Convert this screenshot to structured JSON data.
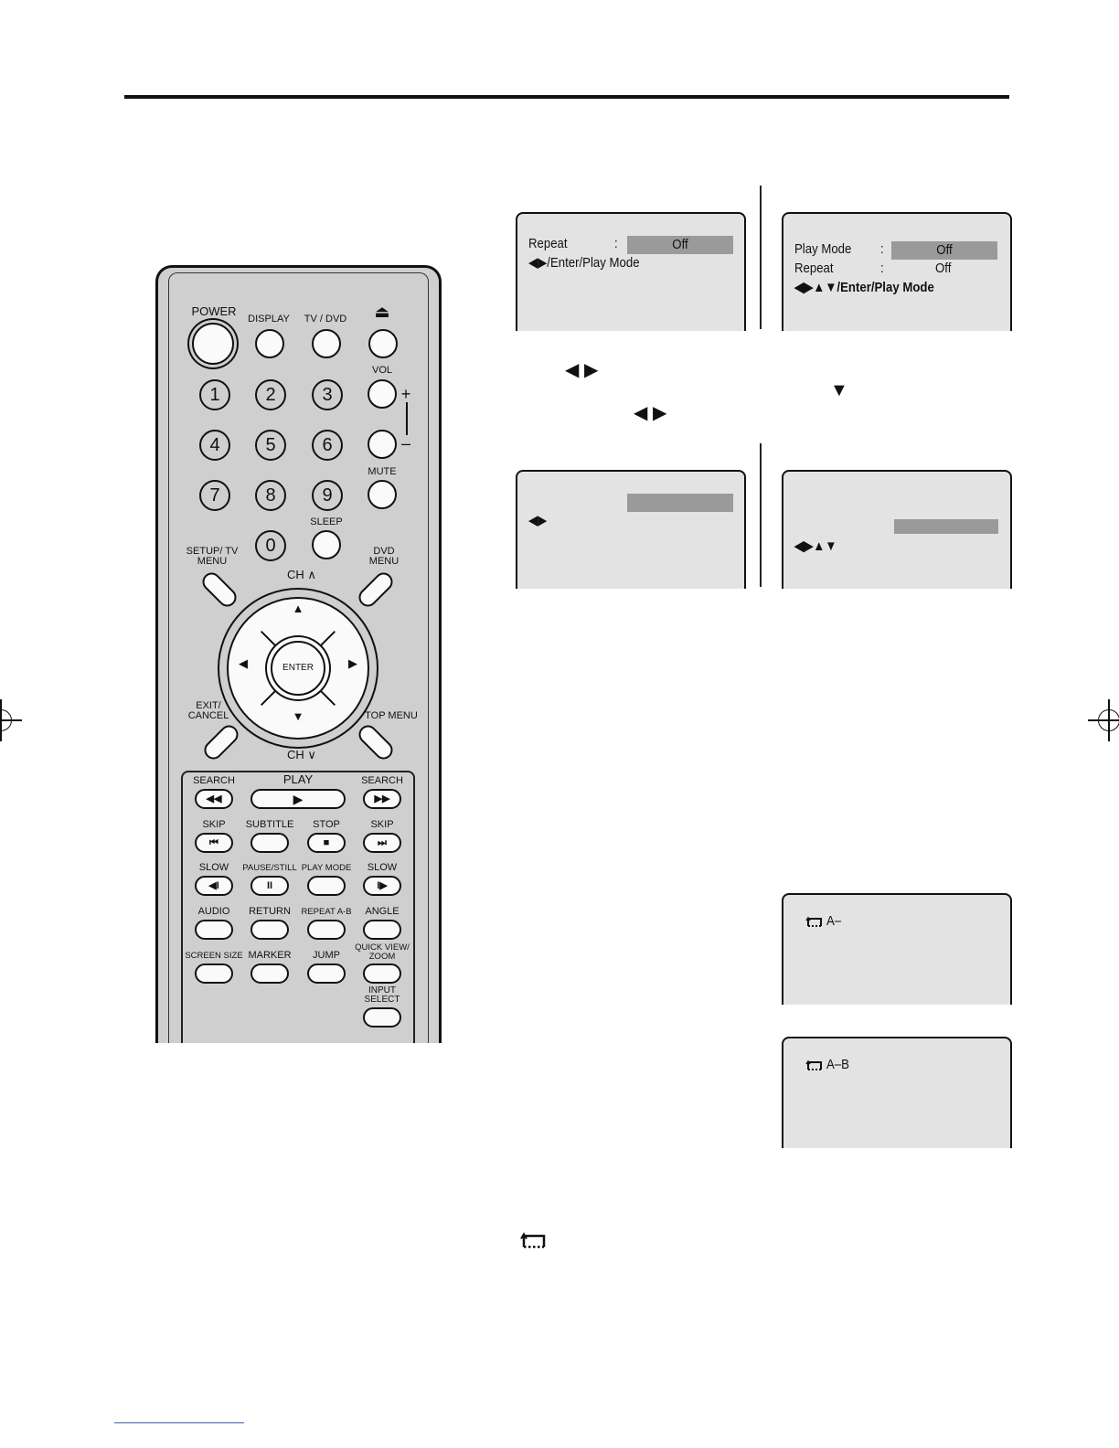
{
  "osd_screens": {
    "s1": {
      "line1_label": "Repeat",
      "line1_colon": ":",
      "line1_value": "Off",
      "line2": "◀▶/Enter/Play Mode"
    },
    "s2": {
      "line1_label": "Play Mode",
      "line1_colon": ":",
      "line1_value": "Off",
      "line2_label": "Repeat",
      "line2_colon": ":",
      "line2_value": "Off",
      "line3": "◀▶▲▼/Enter/Play Mode"
    },
    "s3": {
      "line2": "◀▶"
    },
    "s4": {
      "line3": "◀▶▲▼"
    },
    "s5": {
      "label": "A–"
    },
    "s6": {
      "label": "A–B"
    }
  },
  "instructions": {
    "row1_arrows": "◀ ▶",
    "row1_down": "▼",
    "row2_arrows": "◀ ▶"
  },
  "remote": {
    "top_labels": {
      "power": "POWER",
      "display": "DISPLAY",
      "tvdvd": "TV / DVD",
      "eject": "⏏",
      "vol": "VOL",
      "plus": "+",
      "minus": "–",
      "mute": "MUTE",
      "sleep": "SLEEP"
    },
    "digits": [
      "1",
      "2",
      "3",
      "4",
      "5",
      "6",
      "7",
      "8",
      "9",
      "0"
    ],
    "nav_labels": {
      "setup": "SETUP/ TV MENU",
      "dvd_menu": "DVD MENU",
      "ch_up": "CH ∧",
      "ch_down": "CH ∨",
      "enter": "ENTER",
      "exit": "EXIT/ CANCEL",
      "top_menu": "TOP MENU"
    },
    "transport": {
      "row1": [
        "SEARCH",
        "PLAY",
        "SEARCH"
      ],
      "row1_icons": [
        "◀◀",
        "▶",
        "▶▶"
      ],
      "row2": [
        "SKIP",
        "SUBTITLE",
        "STOP",
        "SKIP"
      ],
      "row2_icons": [
        "⏮",
        "",
        "■",
        "⏭"
      ],
      "row3": [
        "SLOW",
        "PAUSE/STILL",
        "PLAY MODE",
        "SLOW"
      ],
      "row3_icons": [
        "◀I",
        "II",
        "",
        "I▶"
      ],
      "row4": [
        "AUDIO",
        "RETURN",
        "REPEAT A-B",
        "ANGLE"
      ],
      "row5": [
        "SCREEN SIZE",
        "MARKER",
        "JUMP",
        "QUICK VIEW/ ZOOM"
      ],
      "row6": [
        "INPUT SELECT"
      ]
    }
  },
  "colors": {
    "osd_bg": "#e3e3e3",
    "osd_highlight": "#9a9a9a",
    "remote_body": "#cfcfcf",
    "link_rule": "#3a5fb0"
  }
}
